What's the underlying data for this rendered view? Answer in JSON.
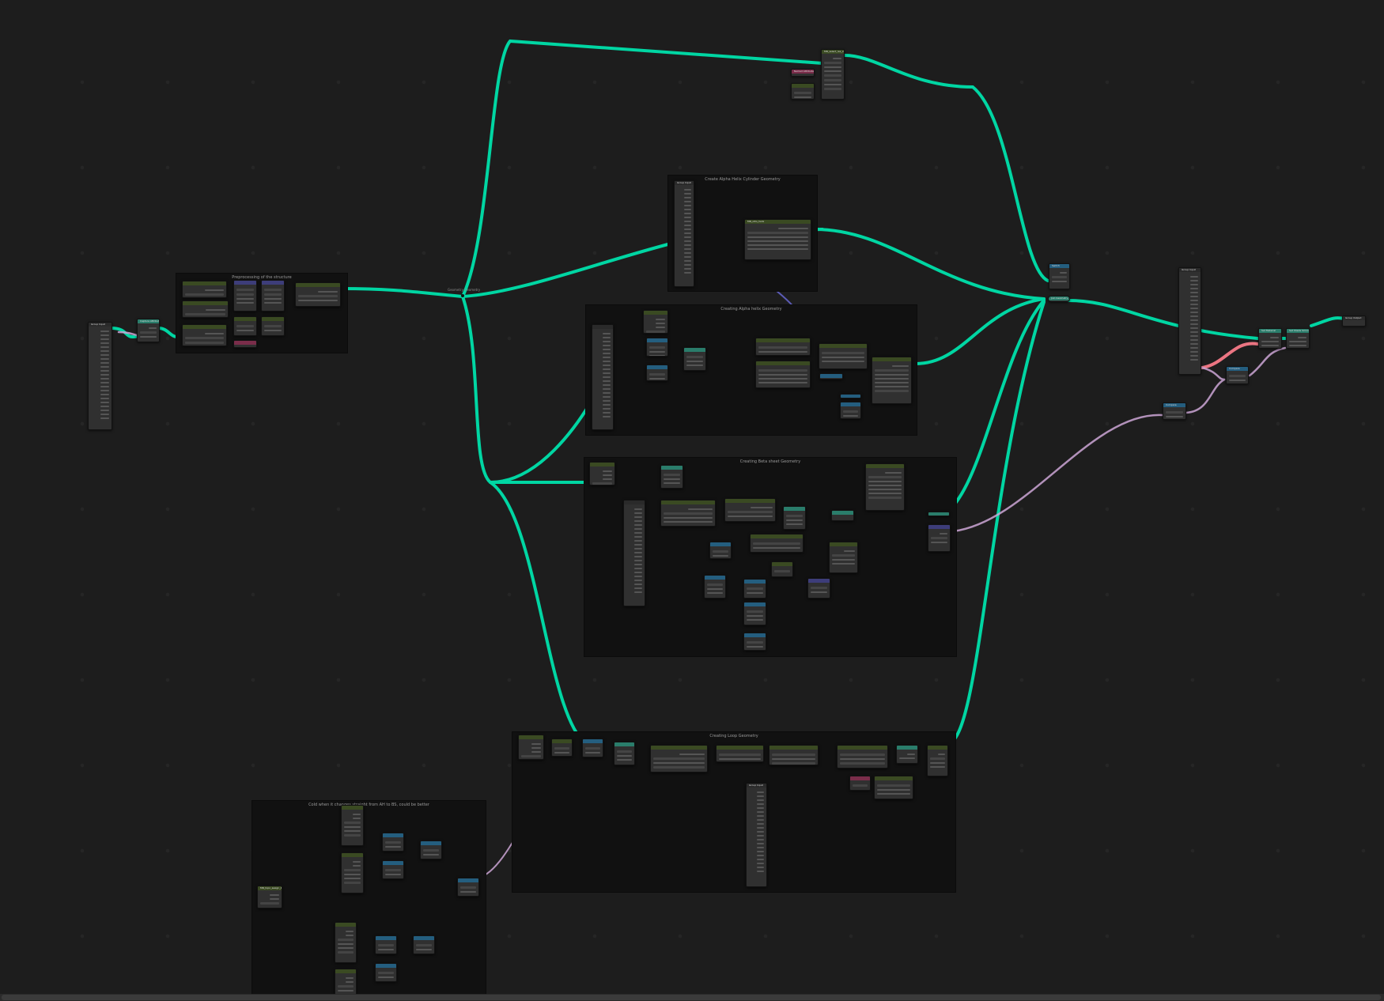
{
  "editor": {
    "type": "Geometry Node Editor",
    "background": "#1d1d1d",
    "frame_background": "#111111",
    "wire_colors": {
      "geometry": "#00d6a3",
      "float": "#a1a1a1",
      "vector": "#6363c7",
      "integer": "#598c5c",
      "boolean": "#cca6d6",
      "material": "#eb7582"
    }
  },
  "frames": [
    {
      "id": "preprocess",
      "title": "Preprocessing of the structure"
    },
    {
      "id": "alpha-helix-cylinder",
      "title": "Create Alpha Helix Cylinder Geometry"
    },
    {
      "id": "alpha-helix",
      "title": "Creating Alpha helix Geometry"
    },
    {
      "id": "beta-sheet",
      "title": "Creating Beta sheet Geometry"
    },
    {
      "id": "loop",
      "title": "Creating Loop Geometry"
    },
    {
      "id": "transition",
      "title": "Cold when it changes straight from AH to BS, could be better"
    }
  ],
  "nodes": {
    "group_input_left": {
      "title": "Group Input"
    },
    "capture_attr_left": {
      "title": "Capture Attribute"
    },
    "group_input_right": {
      "title": "Group Input"
    },
    "set_material": {
      "title": "Set Material"
    },
    "set_shade_smooth": {
      "title": "Set Shade Smooth"
    },
    "group_output": {
      "title": "Group Output",
      "socket": "Geometry"
    },
    "join_geometry": {
      "title": "Join Geometry"
    },
    "compare_right": {
      "title": "Compare"
    },
    "compare_far": {
      "title": "Compare"
    },
    "switch_top": {
      "title": "Switch"
    },
    "named_attr_top": {
      "title": "Named Attribute"
    },
    "mn_node_top": {
      "title": "MN_select_res_id"
    },
    "cylinder_group_input": {
      "title": "Group Input"
    },
    "cylinder_group": {
      "title": "MN_utils_helix"
    },
    "loop_group_input": {
      "title": "Group Input"
    },
    "transition_group": {
      "title": "MN_topo_assign_backbone"
    }
  },
  "reroutes": {
    "main_label": "Geometry    Geometry"
  },
  "scrollbar": {
    "orientation": "horizontal"
  }
}
